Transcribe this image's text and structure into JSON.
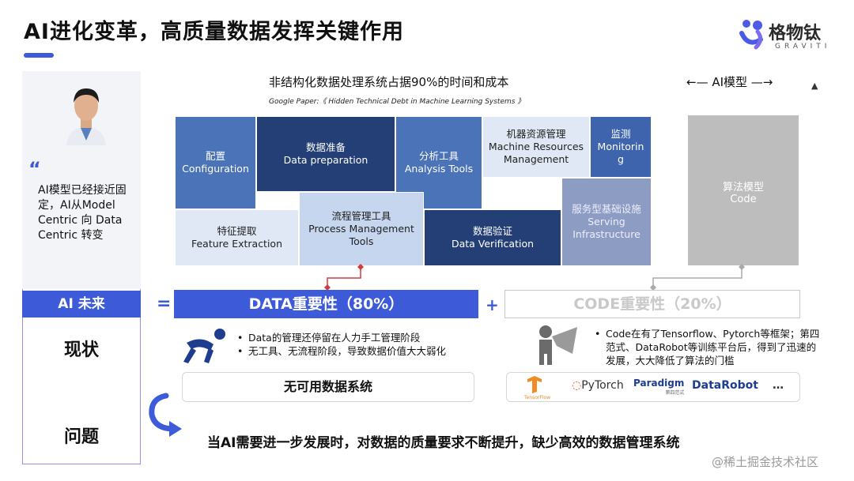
{
  "header": {
    "title": "AI进化变革，高质量数据发挥关键作用",
    "logo_text": "格物钛",
    "logo_sub": "GRAVITI"
  },
  "left_panel": {
    "quote_mark": "“",
    "quote": "AI模型已经接近固定，AI从Model Centric 向 Data Centric 转变",
    "future_label": "AI 未来",
    "status_label": "现状",
    "problem_label": "问题"
  },
  "chart": {
    "title": "非结构化数据处理系统占据90%的时间和成本",
    "source": "Google Paper:《 Hidden Technical Debt in Machine Learning Systems 》",
    "ai_model_label": "←— AI模型 —→",
    "blocks": [
      {
        "id": "config",
        "zh": "配置",
        "en": "Configuration"
      },
      {
        "id": "data-prep",
        "zh": "数据准备",
        "en": "Data preparation"
      },
      {
        "id": "analysis",
        "zh": "分析工具",
        "en": "Analysis Tools"
      },
      {
        "id": "machine",
        "zh": "机器资源管理",
        "en": "Machine Resources Management"
      },
      {
        "id": "monitor",
        "zh": "监测",
        "en": "Monitorin g"
      },
      {
        "id": "feature",
        "zh": "特征提取",
        "en": "Feature Extraction"
      },
      {
        "id": "process",
        "zh": "流程管理工具",
        "en": "Process Management Tools"
      },
      {
        "id": "verify",
        "zh": "数据验证",
        "en": "Data Verification"
      },
      {
        "id": "serving",
        "zh": "服务型基础设施",
        "en": "Serving Infrastructure"
      }
    ],
    "code_block": {
      "zh": "算法模型",
      "en": "Code"
    }
  },
  "equation": {
    "eq": "=",
    "plus": "+",
    "data_label": "DATA重要性（80%）",
    "code_label": "CODE重要性（20%）"
  },
  "status": {
    "data_bullets": [
      "Data的管理还停留在人力手工管理阶段",
      "无工具、无流程阶段，导致数据价值大大弱化"
    ],
    "code_bullets": [
      "Code在有了Tensorflow、Pytorch等框架；第四范式、DataRobot等训练平台后，得到了迅速的发展，大大降低了算法的门槛"
    ],
    "no_system": "无可用数据系统",
    "frameworks": {
      "tensorflow": "TensorFlow",
      "pytorch": "PyTorch",
      "paradigm": "Paradigm",
      "paradigm_sub": "第四范式",
      "datarobot": "DataRobot",
      "more": "…"
    }
  },
  "problem": {
    "text": "当AI需要进一步发展时，对数据的质量要求不断提升，缺少高效的数据管理系统"
  },
  "watermark": "@稀土掘金技术社区",
  "colors": {
    "accent": "#3d5bd9",
    "dark_block": "#233f75",
    "mid_block": "#4a73b8",
    "light_block": "#dfe8f4",
    "code_block": "#bdbdbd"
  }
}
